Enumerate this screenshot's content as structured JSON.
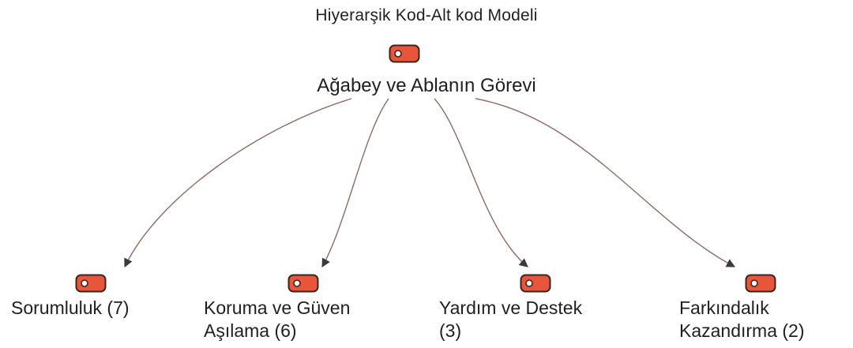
{
  "diagram": {
    "title": "Hiyerarşik Kod-Alt kod Modeli",
    "root": {
      "label": "Ağabey ve Ablanın Görevi",
      "icon": "code-tag-icon"
    },
    "children": [
      {
        "line1": "Sorumluluk (7)",
        "line2": "",
        "icon": "code-tag-icon"
      },
      {
        "line1": "Koruma ve Güven",
        "line2": "Aşılama (6)",
        "icon": "code-tag-icon"
      },
      {
        "line1": "Yardım ve Destek",
        "line2": "(3)",
        "icon": "code-tag-icon"
      },
      {
        "line1": "Farkındalık",
        "line2": "Kazandırma (2)",
        "icon": "code-tag-icon"
      }
    ],
    "colors": {
      "tag_fill": "#e8553a",
      "tag_stroke": "#3a2520",
      "edge": "#8a6e66"
    }
  }
}
